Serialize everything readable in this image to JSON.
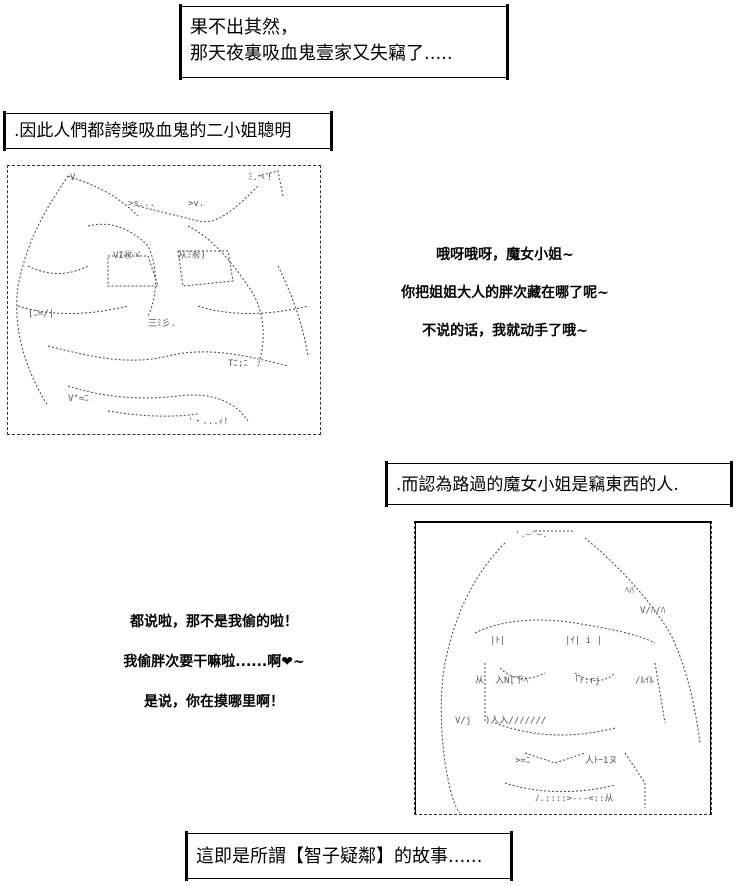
{
  "captions": {
    "top": [
      "果不出其然，",
      "那天夜裏吸血鬼壹家又失竊了....."
    ],
    "praise": ".因此人們都誇獎吸血鬼的二小姐聰明",
    "thief": ".而認為路過的魔女小姐是竊東西的人.",
    "bottom": "這即是所謂【智子疑鄰】的故事......"
  },
  "dialog_left": {
    "line1": "哦呀哦呀，魔女小姐~",
    "line2": "你把姐姐大人的胖次藏在哪了呢~",
    "line3": "不说的话，我就动手了哦~"
  },
  "dialog_right": {
    "line1": "都说啦，那不是我偷的啦！",
    "line2": "我偷胖次要干嘛啦......啊❤~",
    "line3": "是说，你在摸哪里啊！"
  }
}
